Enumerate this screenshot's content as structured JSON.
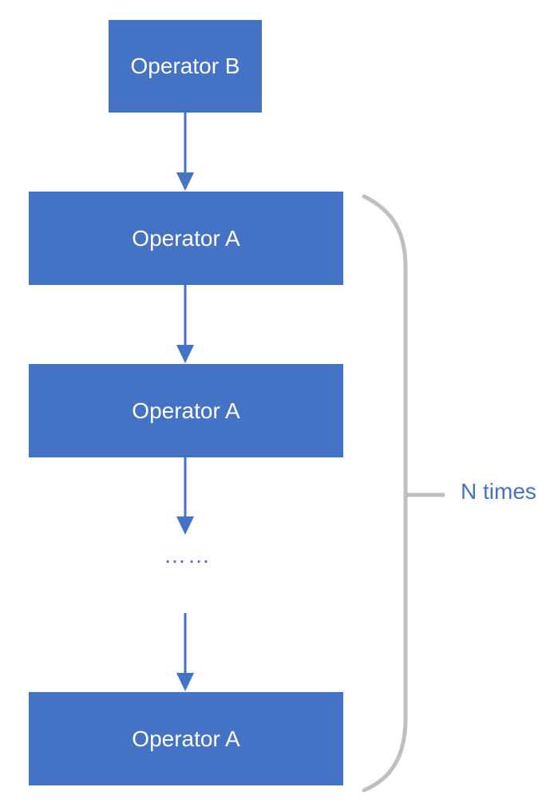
{
  "nodes": [
    {
      "id": "b",
      "label": "Operator B"
    },
    {
      "id": "a1",
      "label": "Operator A"
    },
    {
      "id": "a2",
      "label": "Operator A"
    },
    {
      "id": "a3",
      "label": "Operator A"
    }
  ],
  "edges": [
    {
      "from": "b",
      "to": "a1"
    },
    {
      "from": "a1",
      "to": "a2"
    },
    {
      "from": "a2",
      "to": "ellipsis"
    },
    {
      "from": "ellipsis",
      "to": "a3"
    }
  ],
  "ellipsis": "……",
  "repeat": {
    "label": "N times",
    "spans": [
      "a1",
      "a2",
      "a3"
    ]
  },
  "colors": {
    "box_fill": "#4472C4",
    "box_text": "#FFFFFF",
    "arrow": "#4472C4",
    "brace": "#BFBFBF",
    "label": "#4472C4"
  }
}
